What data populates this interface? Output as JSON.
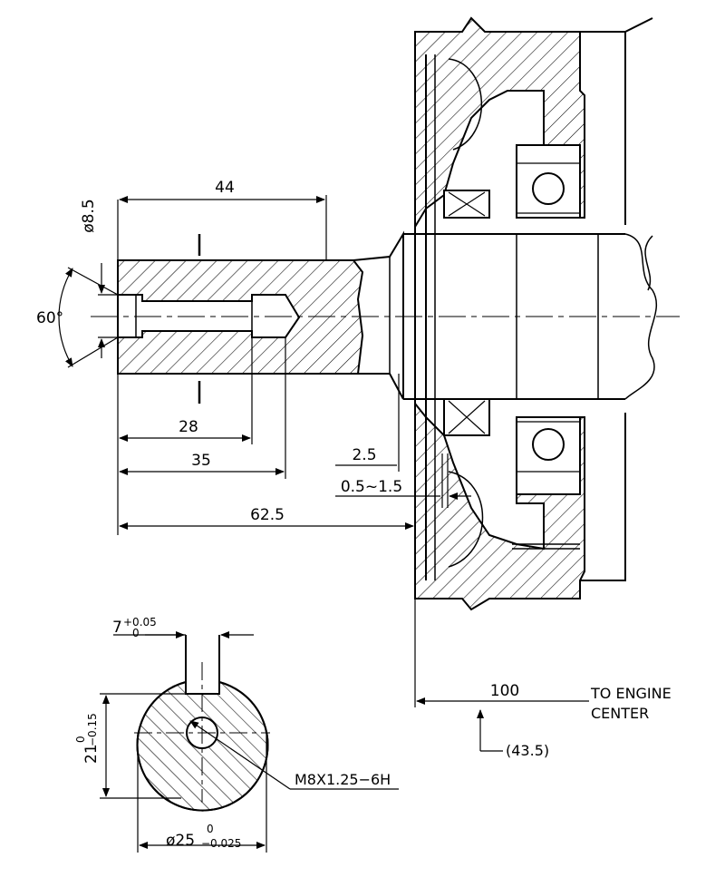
{
  "drawing": {
    "dimensions": {
      "shaft_keyway_length": "44",
      "thread_hole_dia": "ø8.5",
      "chamfer_angle": "60°",
      "thread_depth": "28",
      "drill_depth": "35",
      "shaft_length": "62.5",
      "flange_offset": "2.5",
      "flange_gap": "0.5~1.5",
      "to_engine_center": "100",
      "to_engine_center_ref": "(43.5)",
      "key_width_value": "7",
      "key_width_tol_upper": "+0.05",
      "key_width_tol_lower": "0",
      "key_height_value": "21",
      "key_height_tol_upper": "0",
      "key_height_tol_lower": "−0.15",
      "shaft_dia_value": "ø25",
      "shaft_dia_tol_upper": "0",
      "shaft_dia_tol_lower": "−0.025"
    },
    "notes": {
      "to_engine_line1": "TO  ENGINE",
      "to_engine_line2": "CENTER",
      "thread_spec": "M8X1.25−6H"
    }
  }
}
